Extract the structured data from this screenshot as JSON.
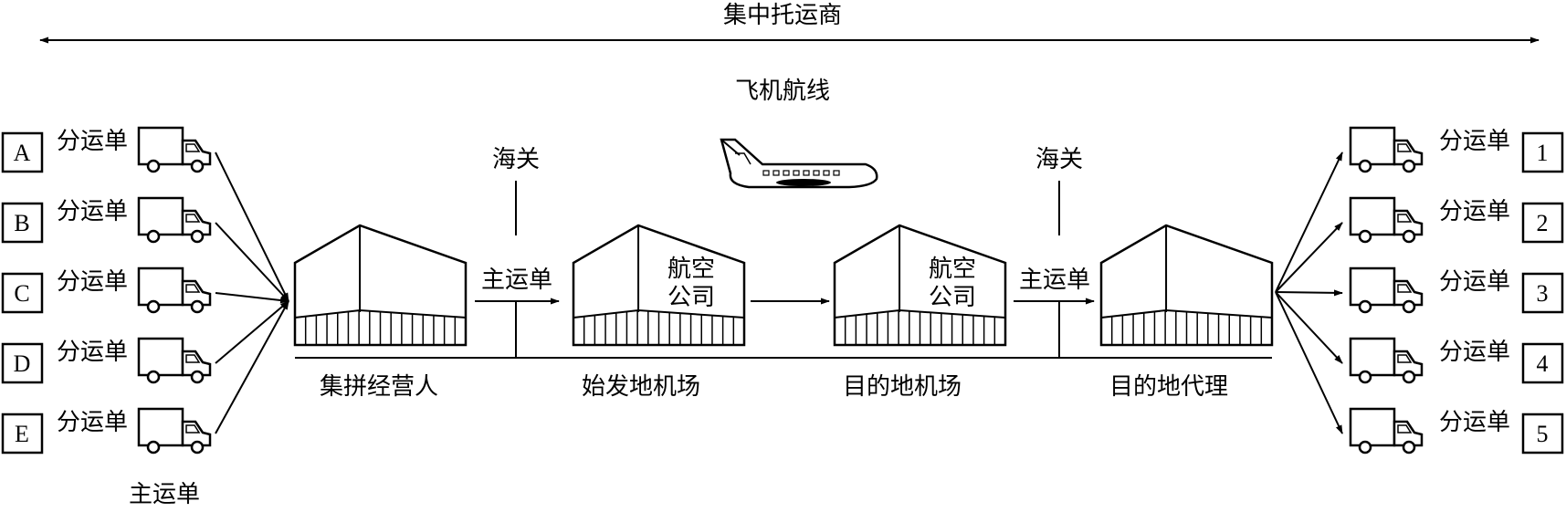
{
  "diagram": {
    "top_label": "集中托运商",
    "flight_label": "飞机航线",
    "customs_label": "海关",
    "sub_waybill_label": "分运单",
    "master_waybill_label": "主运单",
    "airline_label_line1": "航空",
    "airline_label_line2": "公司",
    "senders": [
      "A",
      "B",
      "C",
      "D",
      "E"
    ],
    "receivers": [
      "1",
      "2",
      "3",
      "4",
      "5"
    ],
    "stages": [
      "集拼经营人",
      "始发地机场",
      "目的地机场",
      "目的地代理"
    ]
  }
}
